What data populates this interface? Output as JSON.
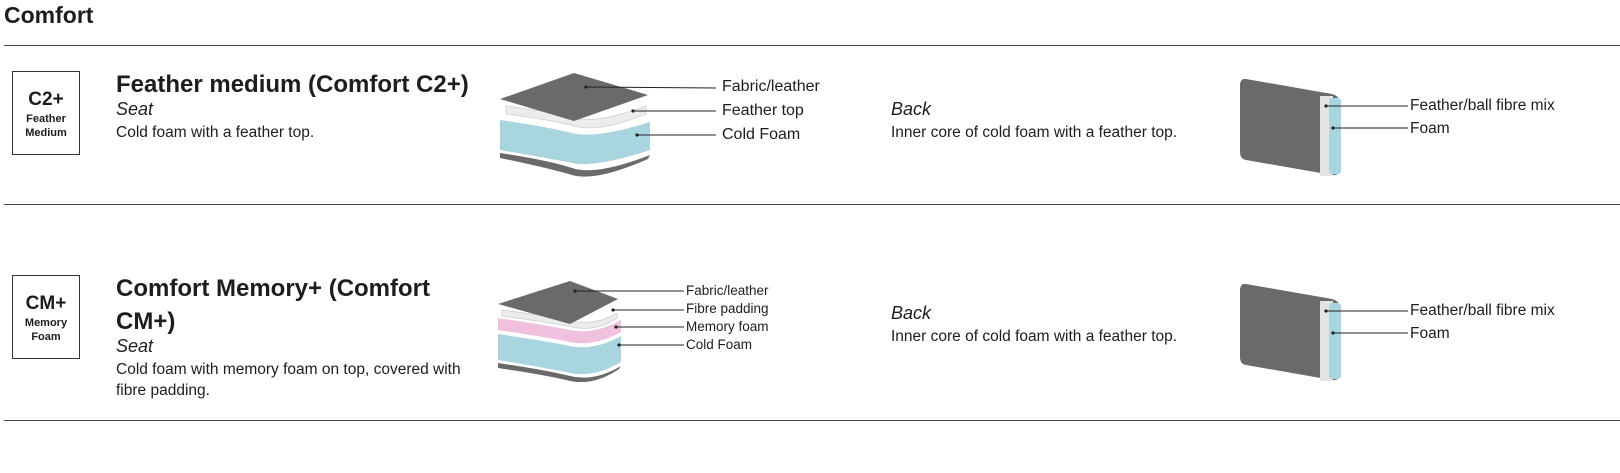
{
  "page": {
    "title": "Comfort"
  },
  "products": [
    {
      "badge": {
        "code": "C2+",
        "sub": [
          "Feather",
          "Medium"
        ]
      },
      "name": "Feather medium (Comfort C2+)",
      "seat": {
        "label": "Seat",
        "description": "Cold foam with a feather top.",
        "layers": [
          "Fabric/leather",
          "Feather top",
          "Cold Foam"
        ]
      },
      "back": {
        "label": "Back",
        "description": "Inner core of cold foam with a feather top.",
        "layers": [
          "Feather/ball fibre mix",
          "Foam"
        ]
      }
    },
    {
      "badge": {
        "code": "CM+",
        "sub": [
          "Memory",
          "Foam"
        ]
      },
      "name": "Comfort Memory+ (Comfort CM+)",
      "seat": {
        "label": "Seat",
        "description": "Cold foam with memory foam on top, covered with fibre padding.",
        "layers": [
          "Fabric/leather",
          "Fibre padding",
          "Memory foam",
          "Cold Foam"
        ]
      },
      "back": {
        "label": "Back",
        "description": "Inner core of cold foam with a feather top.",
        "layers": [
          "Feather/ball fibre mix",
          "Foam"
        ]
      }
    }
  ],
  "colors": {
    "fabric": "#6a6a6a",
    "feather": "#ececec",
    "cold_foam": "#a9d5df",
    "memory_foam": "#efc1df",
    "rule": "#444444"
  }
}
